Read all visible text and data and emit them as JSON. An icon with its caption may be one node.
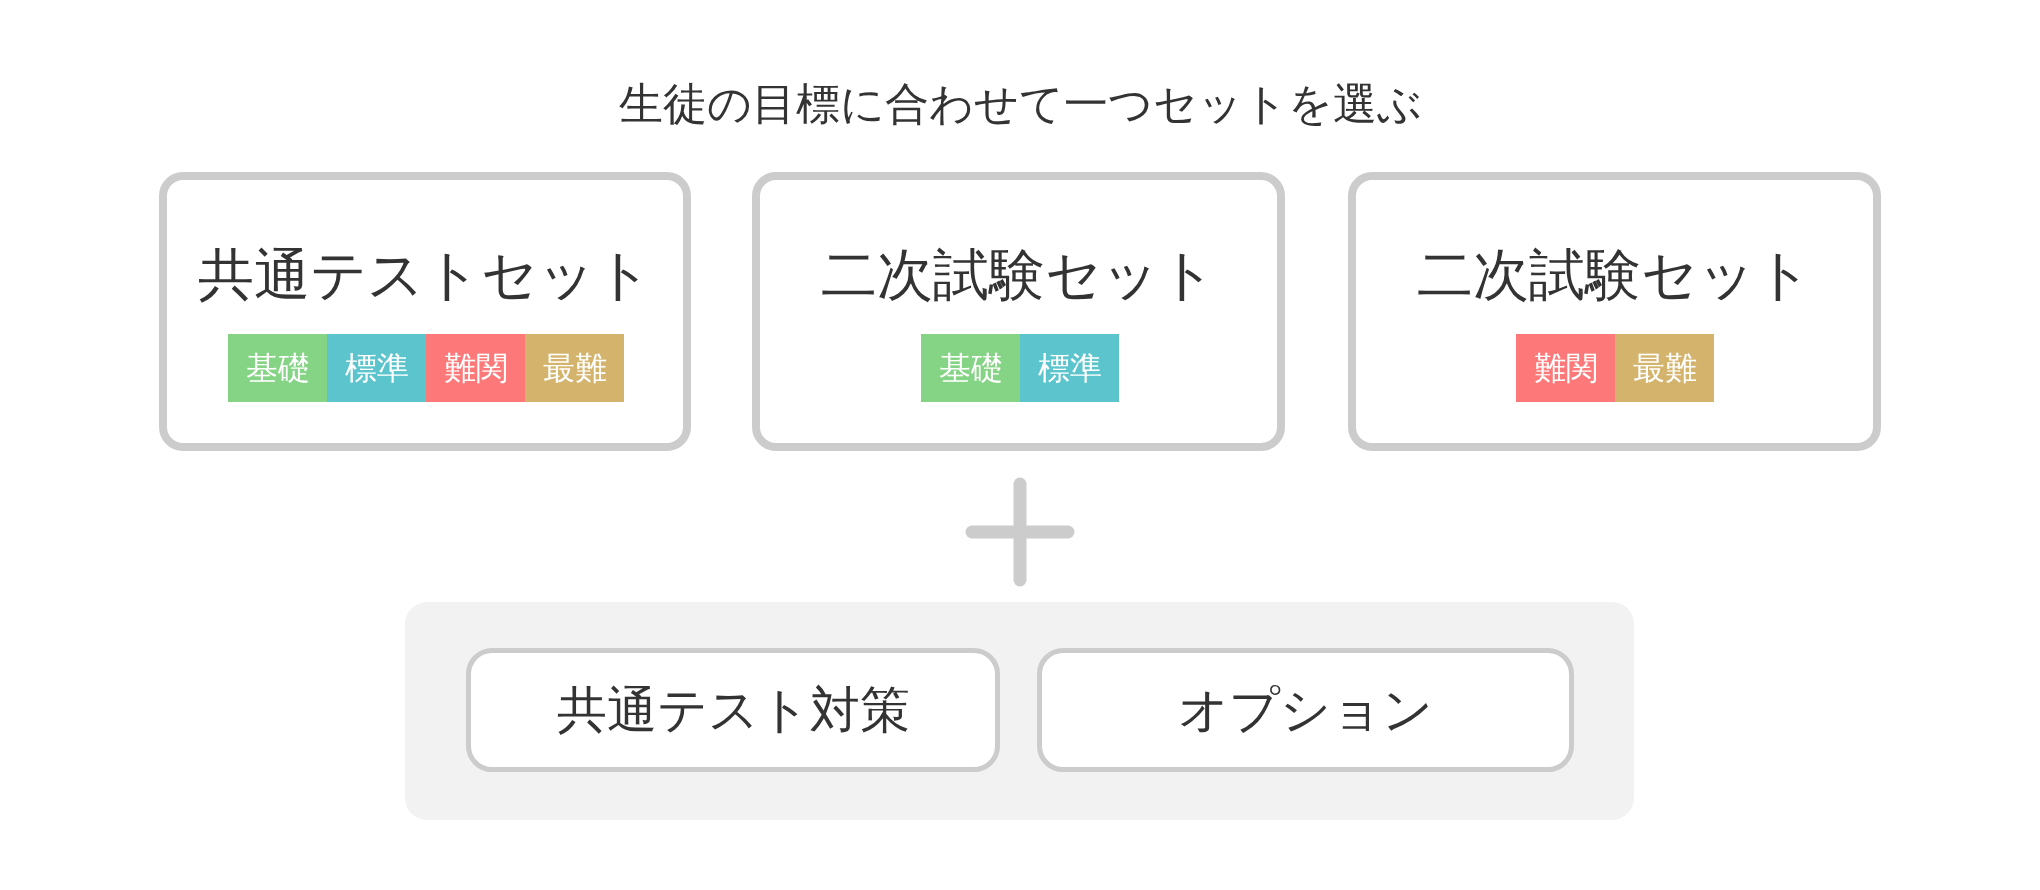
{
  "diagram": {
    "title": "生徒の目標に合わせて一つセットを選ぶ",
    "nodes": [
      {
        "text": [
          "共通テストセット"
        ]
      },
      {
        "text": [
          "基礎"
        ],
        "in": 0
      },
      {
        "text": [
          "標準"
        ],
        "in": 0
      },
      {
        "text": [
          "難関"
        ],
        "in": 0
      },
      {
        "text": [
          "最難"
        ],
        "in": 0
      },
      {
        "text": [
          "二次試験セット"
        ]
      },
      {
        "text": [
          "基礎"
        ],
        "in": 5
      },
      {
        "text": [
          "標準"
        ],
        "in": 5
      },
      {
        "text": [
          "二次試験セット"
        ]
      },
      {
        "text": [
          "難関"
        ],
        "in": 8
      },
      {
        "text": [
          "最難"
        ],
        "in": 8
      },
      {
        "text": [],
        "shape": "box"
      },
      {
        "text": [
          "共通テスト対策"
        ],
        "in": 11
      },
      {
        "text": [
          "オプション"
        ],
        "in": 11
      }
    ]
  }
}
